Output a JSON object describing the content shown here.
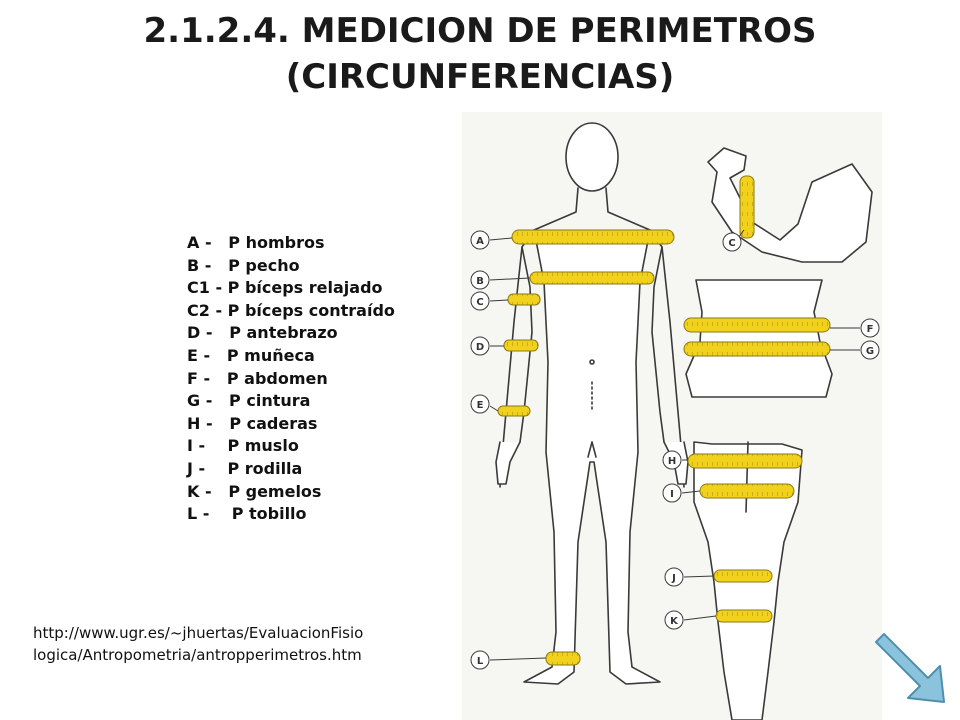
{
  "title": {
    "line1": "2.1.2.4. MEDICION DE PERIMETROS",
    "line2": "(CIRCUNFERENCIAS)"
  },
  "legend": [
    "A -   P hombros",
    "B -   P pecho",
    "C1 - P bíceps relajado",
    "C2 - P bíceps contraído",
    "D -   P antebrazo",
    "E -   P muñeca",
    "F -   P abdomen",
    "G -   P cintura",
    "H -   P caderas",
    "I -    P muslo",
    "J -    P rodilla",
    "K -   P gemelos",
    "L -    P tobillo"
  ],
  "source": {
    "line1": "http://www.ugr.es/~jhuertas/EvaluacionFisio",
    "line2": "logica/Antropometria/antropperimetros.htm"
  },
  "figure_labels": {
    "A": "A",
    "B": "B",
    "C": "C",
    "D": "D",
    "E": "E",
    "C2": "C",
    "F": "F",
    "G": "G",
    "H": "H",
    "I": "I",
    "J": "J",
    "K": "K",
    "L": "L"
  },
  "colors": {
    "tape": "#f2d11c",
    "tape_edge": "#8a7a10",
    "line": "#3a3a3a",
    "nav_arrow": "#8cc3dc"
  },
  "icons": {
    "nav": "next-arrow-icon"
  }
}
